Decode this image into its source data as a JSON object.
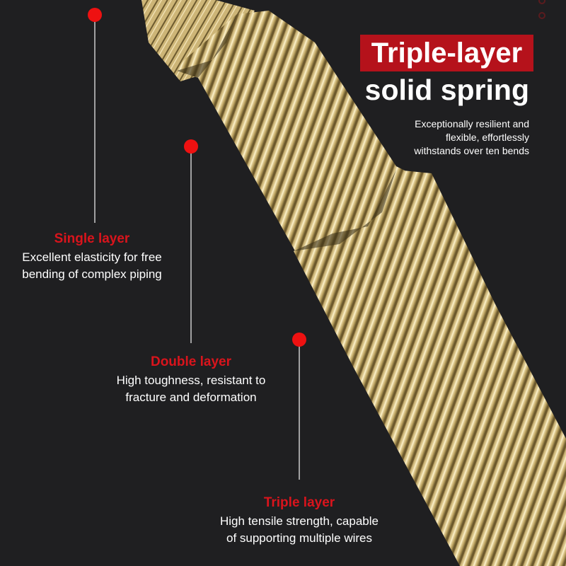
{
  "title": {
    "line1": "Triple-layer",
    "line2": "solid spring",
    "description_lines": [
      "Exceptionally resilient and",
      "flexible, effortlessly",
      "withstands over ten bends"
    ]
  },
  "callouts": [
    {
      "heading": "Single layer",
      "lines": [
        "Excellent elasticity for free",
        "bending of complex piping"
      ]
    },
    {
      "heading": "Double layer",
      "lines": [
        "High toughness, resistant to",
        "fracture and deformation"
      ]
    },
    {
      "heading": "Triple layer",
      "lines": [
        "High tensile strength, capable",
        "of supporting multiple wires"
      ]
    }
  ],
  "colors": {
    "background": "#1f1f21",
    "accent_red": "#d9141c",
    "title_box": "#b5121b",
    "wire_gold": "#d9c58a"
  }
}
